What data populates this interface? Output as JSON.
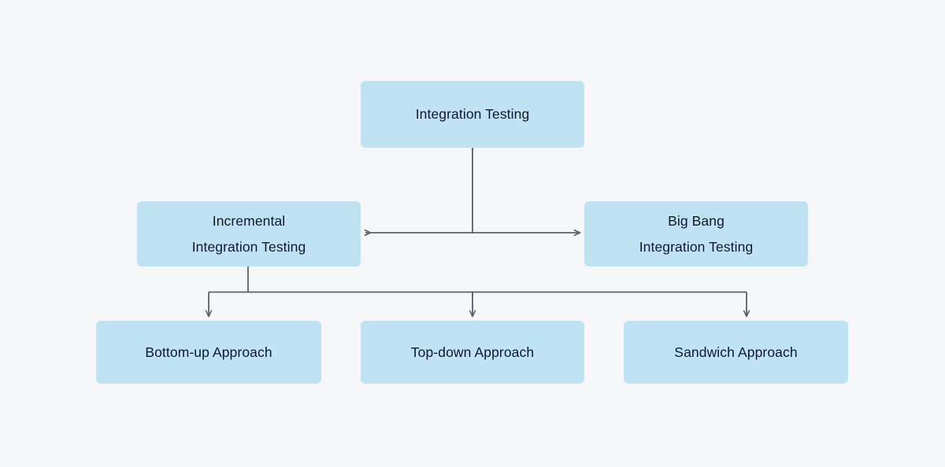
{
  "diagram": {
    "title": "Integration Testing",
    "type": "hierarchy-tree",
    "background_color": "#f5f7f9",
    "node_fill_color": "#bfe3f3",
    "node_text_color": "#101828",
    "connector_color": "#5a6066",
    "nodes": {
      "root": {
        "label": "Integration Testing",
        "level": 1
      },
      "incremental": {
        "label": "Incremental\nIntegration Testing",
        "level": 2
      },
      "big_bang": {
        "label": "Big Bang\nIntegration Testing",
        "level": 2
      },
      "bottom_up": {
        "label": "Bottom-up Approach",
        "level": 3
      },
      "top_down": {
        "label": "Top-down Approach",
        "level": 3
      },
      "sandwich": {
        "label": "Sandwich Approach",
        "level": 3
      }
    },
    "edges": [
      {
        "from": "root",
        "to": "incremental",
        "arrow": "end"
      },
      {
        "from": "root",
        "to": "big_bang",
        "arrow": "end"
      },
      {
        "from": "incremental",
        "to": "bottom_up",
        "arrow": "end"
      },
      {
        "from": "incremental",
        "to": "top_down",
        "arrow": "end"
      },
      {
        "from": "incremental",
        "to": "sandwich",
        "arrow": "end"
      }
    ]
  }
}
